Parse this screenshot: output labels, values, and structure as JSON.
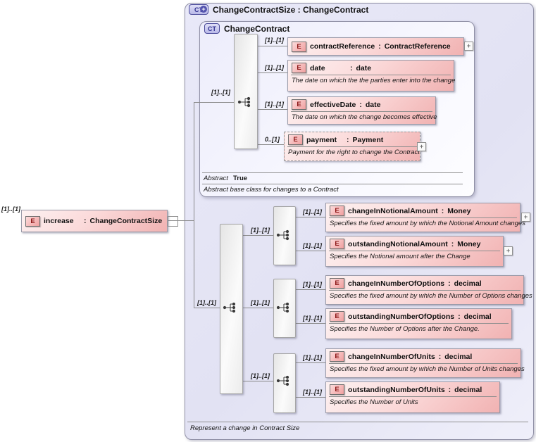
{
  "labels": {
    "colon": ":",
    "plus": "+"
  },
  "icons": {
    "complex_type": "CT",
    "element": "E"
  },
  "root": {
    "card": "[1]..[1]",
    "name": "increase",
    "type": "ChangeContractSize"
  },
  "outer": {
    "title": "ChangeContractSize : ChangeContract",
    "footer": "Represent a change in Contract Size"
  },
  "base": {
    "title": "ChangeContract",
    "card": "[1]..[1]",
    "elements": [
      {
        "card": "[1]..[1]",
        "name": "contractReference",
        "type": "ContractReference"
      },
      {
        "card": "[1]..[1]",
        "name": "date",
        "type": "date",
        "annotation": "The date on which the the parties enter into the change"
      },
      {
        "card": "[1]..[1]",
        "name": "effectiveDate",
        "type": "date",
        "annotation": "The date on which the change becomes effective"
      },
      {
        "card": "0..[1]",
        "name": "payment",
        "type": "Payment",
        "annotation": "Payment for the right to change the Contract"
      }
    ],
    "abstract_label": "Abstract",
    "abstract_value": "True",
    "annotation": "Abstract base class for changes to a Contract"
  },
  "extension": {
    "card": "[1]..[1]",
    "groups": [
      {
        "card": "[1]..[1]",
        "elements": [
          {
            "card": "[1]..[1]",
            "name": "changeInNotionalAmount",
            "type": "Money",
            "annotation": "Specifies the fixed amount by which the Notional Amount changes"
          },
          {
            "card": "[1]..[1]",
            "name": "outstandingNotionalAmount",
            "type": "Money",
            "annotation": "Specifies the Notional amount after the Change"
          }
        ]
      },
      {
        "card": "[1]..[1]",
        "elements": [
          {
            "card": "[1]..[1]",
            "name": "changeInNumberOfOptions",
            "type": "decimal",
            "annotation": "Specifies the fixed amount by which the Number of Options changes"
          },
          {
            "card": "[1]..[1]",
            "name": "outstandingNumberOfOptions",
            "type": "decimal",
            "annotation": "Specifies the Number of Options after the Change."
          }
        ]
      },
      {
        "card": "[1]..[1]",
        "elements": [
          {
            "card": "[1]..[1]",
            "name": "changeInNumberOfUnits",
            "type": "decimal",
            "annotation": "Specifies the fixed amount by which the Number of Units changes"
          },
          {
            "card": "[1]..[1]",
            "name": "outstandingNumberOfUnits",
            "type": "decimal",
            "annotation": "Specifies the Number of Units"
          }
        ]
      }
    ]
  },
  "colors": {
    "element_fill": "#f1b2b2",
    "container_fill": "#e6e6f6",
    "type_icon_accent": "#4a4a9a",
    "connector": "#8a8a8a"
  }
}
